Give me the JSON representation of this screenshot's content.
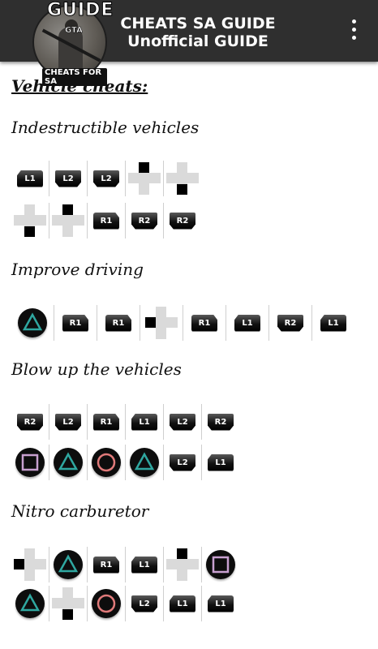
{
  "app_bar": {
    "title_line1": "CHEATS SA GUIDE",
    "title_line2": "Unofficial GUIDE",
    "logo_top": "GUIDE",
    "logo_mid": "GTA",
    "logo_bottom": "CHEATS FOR SA",
    "menu_icon": "overflow-menu-icon"
  },
  "section_title": "Vehicle cheats:",
  "colors": {
    "triangle": "#2fa7a0",
    "circle": "#e07a7a",
    "square": "#c8a0d0",
    "app_bar": "#2f2f2f",
    "dpad": "#dadada"
  },
  "cheats": [
    {
      "title": "Indestructible vehicles",
      "rows": [
        [
          "L1",
          "L2",
          "L2",
          "UP",
          "DOWN"
        ],
        [
          "DOWN",
          "UP",
          "R1",
          "R2",
          "R2"
        ]
      ]
    },
    {
      "title": "Improve driving",
      "rows": [
        [
          "TRIANGLE",
          "R1",
          "R1",
          "LEFT",
          "R1",
          "L1",
          "R2",
          "L1"
        ]
      ]
    },
    {
      "title": "Blow up the vehicles",
      "rows": [
        [
          "R2",
          "L2",
          "R1",
          "L1",
          "L2",
          "R2"
        ],
        [
          "SQUARE",
          "TRIANGLE",
          "CIRCLE",
          "TRIANGLE",
          "L2",
          "L1"
        ]
      ]
    },
    {
      "title": "Nitro carburetor",
      "rows": [
        [
          "LEFT",
          "TRIANGLE",
          "R1",
          "L1",
          "UP",
          "SQUARE"
        ],
        [
          "TRIANGLE",
          "DOWN",
          "CIRCLE",
          "L2",
          "L1",
          "L1"
        ]
      ]
    }
  ]
}
